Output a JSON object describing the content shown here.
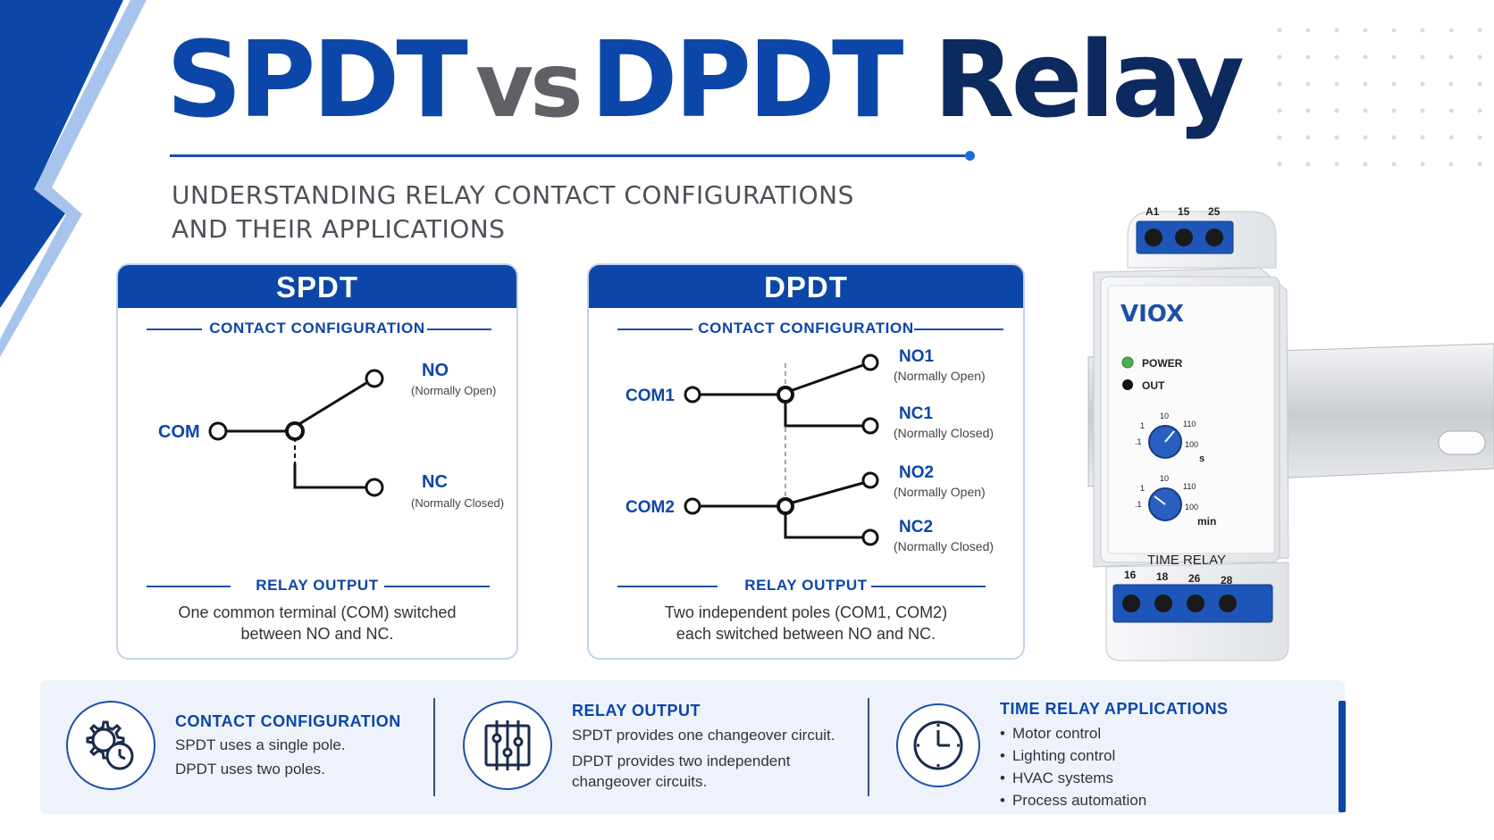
{
  "title": {
    "part1": "SPDT",
    "part2": "vs",
    "part3": "DPDT",
    "part4": "Relay"
  },
  "subtitle": {
    "line1": "UNDERSTANDING RELAY CONTACT CONFIGURATIONS",
    "line2": "AND THEIR APPLICATIONS"
  },
  "spdt": {
    "header": "SPDT",
    "config_label": "CONTACT CONFIGURATION",
    "com": "COM",
    "no": "NO",
    "no_desc": "(Normally Open)",
    "nc": "NC",
    "nc_desc": "(Normally Closed)",
    "output_label": "RELAY OUTPUT",
    "output_line1": "One common terminal (COM) switched",
    "output_line2": "between NO and NC."
  },
  "dpdt": {
    "header": "DPDT",
    "config_label": "CONTACT CONFIGURATION",
    "com1": "COM1",
    "com2": "COM2",
    "no1": "NO1",
    "no1_desc": "(Normally Open)",
    "nc1": "NC1",
    "nc1_desc": "(Normally Closed)",
    "no2": "NO2",
    "no2_desc": "(Normally Open)",
    "nc2": "NC2",
    "nc2_desc": "(Normally Closed)",
    "output_label": "RELAY OUTPUT",
    "output_line1": "Two independent poles (COM1, COM2)",
    "output_line2": "each switched between NO and NC."
  },
  "relay_device": {
    "brand": "VIOX",
    "top_terminals": [
      "A1",
      "15",
      "25"
    ],
    "bottom_terminals": [
      "16",
      "18",
      "26",
      "28"
    ],
    "power_label": "POWER",
    "out_label": "OUT",
    "dial1_labels": [
      "1",
      "10",
      "110",
      ".1",
      "100",
      "s"
    ],
    "dial2_labels": [
      "1",
      "10",
      "110",
      ".1",
      "100",
      "min"
    ],
    "device_label": "TIME RELAY"
  },
  "bottom": {
    "config": {
      "heading": "CONTACT CONFIGURATION",
      "line1": "SPDT uses a single pole.",
      "line2": "DPDT uses two poles.",
      "icon": "gear-clock-icon"
    },
    "output": {
      "heading": "RELAY OUTPUT",
      "line1": "SPDT provides one changeover circuit.",
      "line2": "DPDT provides two independent",
      "line3": "changeover circuits.",
      "icon": "relay-circuit-icon"
    },
    "apps": {
      "heading": "TIME RELAY APPLICATIONS",
      "items": [
        "Motor control",
        "Lighting control",
        "HVAC systems",
        "Process automation"
      ],
      "icon": "clock-icon"
    }
  },
  "colors": {
    "primary": "#0c46a8",
    "navy": "#0c2a5e",
    "gray": "#5f6166",
    "light_bg": "#eef3fb",
    "led_green": "#4caf50"
  }
}
